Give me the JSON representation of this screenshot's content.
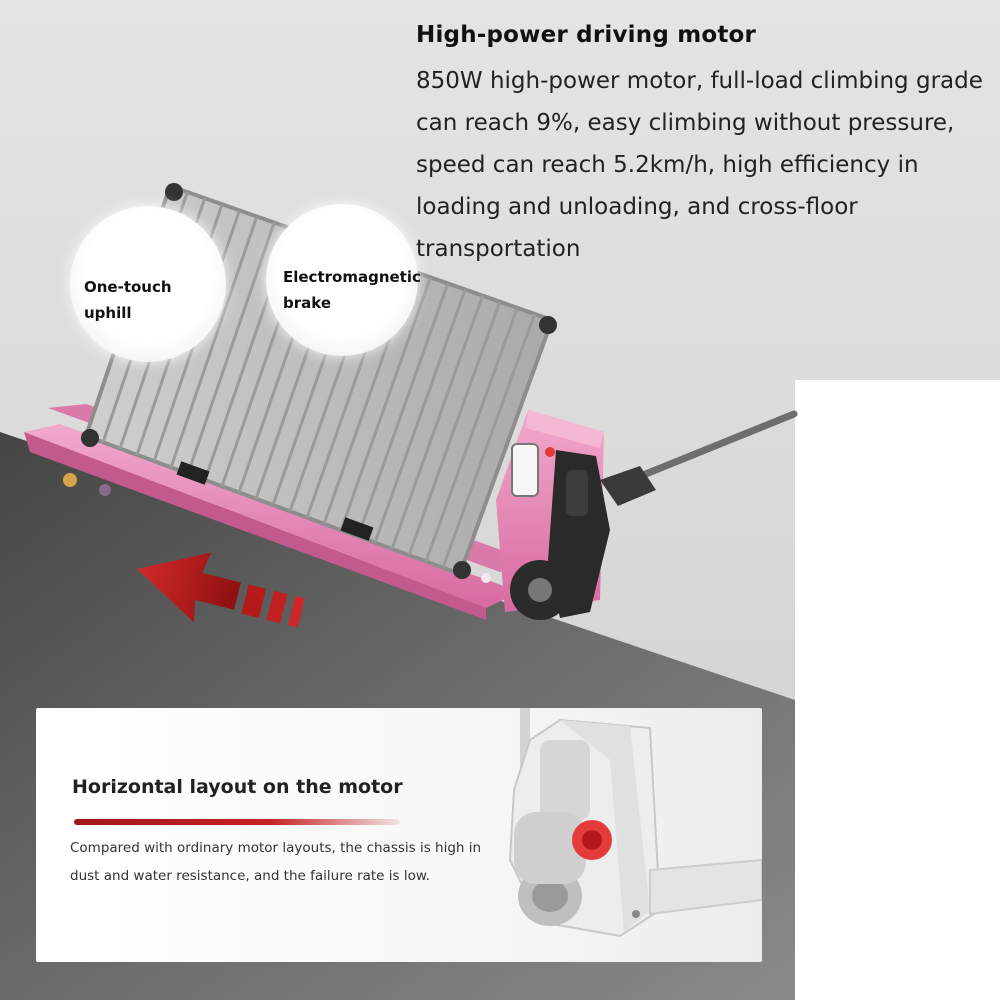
{
  "headline": "High-power driving motor",
  "description_lines": [
    "850W high-power motor, full-load climbing grade",
    "can reach 9%, easy climbing without pressure,",
    "speed can reach 5.2km/h, high efficiency in",
    "loading and unloading, and cross-floor",
    "transportation"
  ],
  "features": [
    {
      "icon": "uphill-icon",
      "label": "One-touch uphill"
    },
    {
      "icon": "brake-icon",
      "label": "Electromagnetic brake"
    }
  ],
  "motor_card": {
    "title": "Horizontal layout on the motor",
    "description_lines": [
      "Compared with ordinary motor layouts, the chassis is high in",
      "dust and water resistance, and the failure rate is low."
    ]
  },
  "colors": {
    "truck_body": "#e58ab4",
    "arrow": "#b51a1a",
    "slope": "#5c5c5c",
    "background": "#d9d9d9"
  }
}
